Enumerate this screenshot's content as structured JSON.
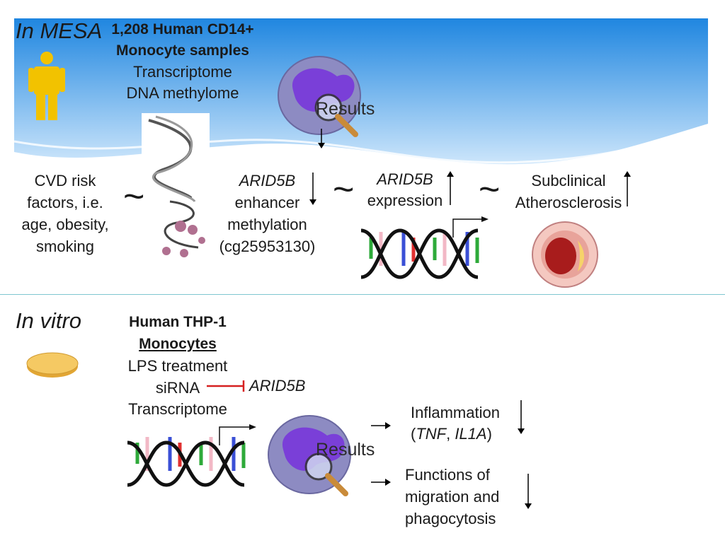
{
  "mesa": {
    "header": "In MESA",
    "samples_line1": "1,208 Human CD14+",
    "samples_line2": "Monocyte samples",
    "omics_line1": "Transcriptome",
    "omics_line2": "DNA methylome",
    "results_label": "Results",
    "risk_factors": [
      "CVD risk",
      "factors, i.e.",
      "age, obesity,",
      "smoking"
    ],
    "methylation_gene": "ARID5B",
    "methylation_lines": [
      "enhancer",
      "methylation",
      "(cg25953130)"
    ],
    "expression_gene": "ARID5B",
    "expression_label": "expression",
    "outcome": [
      "Subclinical",
      "Atherosclerosis"
    ],
    "tilde": "~"
  },
  "vitro": {
    "header": "In vitro",
    "cells_line1": "Human THP-1",
    "cells_line2": "Monocytes",
    "treatment": "LPS treatment",
    "sirna": "siRNA",
    "target_gene": "ARID5B",
    "assay": "Transcriptome",
    "results_label": "Results",
    "inflammation": "Inflammation",
    "inflammation_genes_open": "(",
    "inflammation_gene1": "TNF",
    "inflammation_sep": ", ",
    "inflammation_gene2": "IL1A",
    "inflammation_genes_close": ")",
    "functions": [
      "Functions of",
      "migration and",
      "phagocytosis"
    ]
  },
  "colors": {
    "sky": "#2a8fe0",
    "person": "#f2c200",
    "dish": "#f5c963",
    "cell_body": "#8d8bc2",
    "nucleus": "#7a3fd8",
    "artery": "#e8a39a",
    "inhibit": "#d62020"
  }
}
